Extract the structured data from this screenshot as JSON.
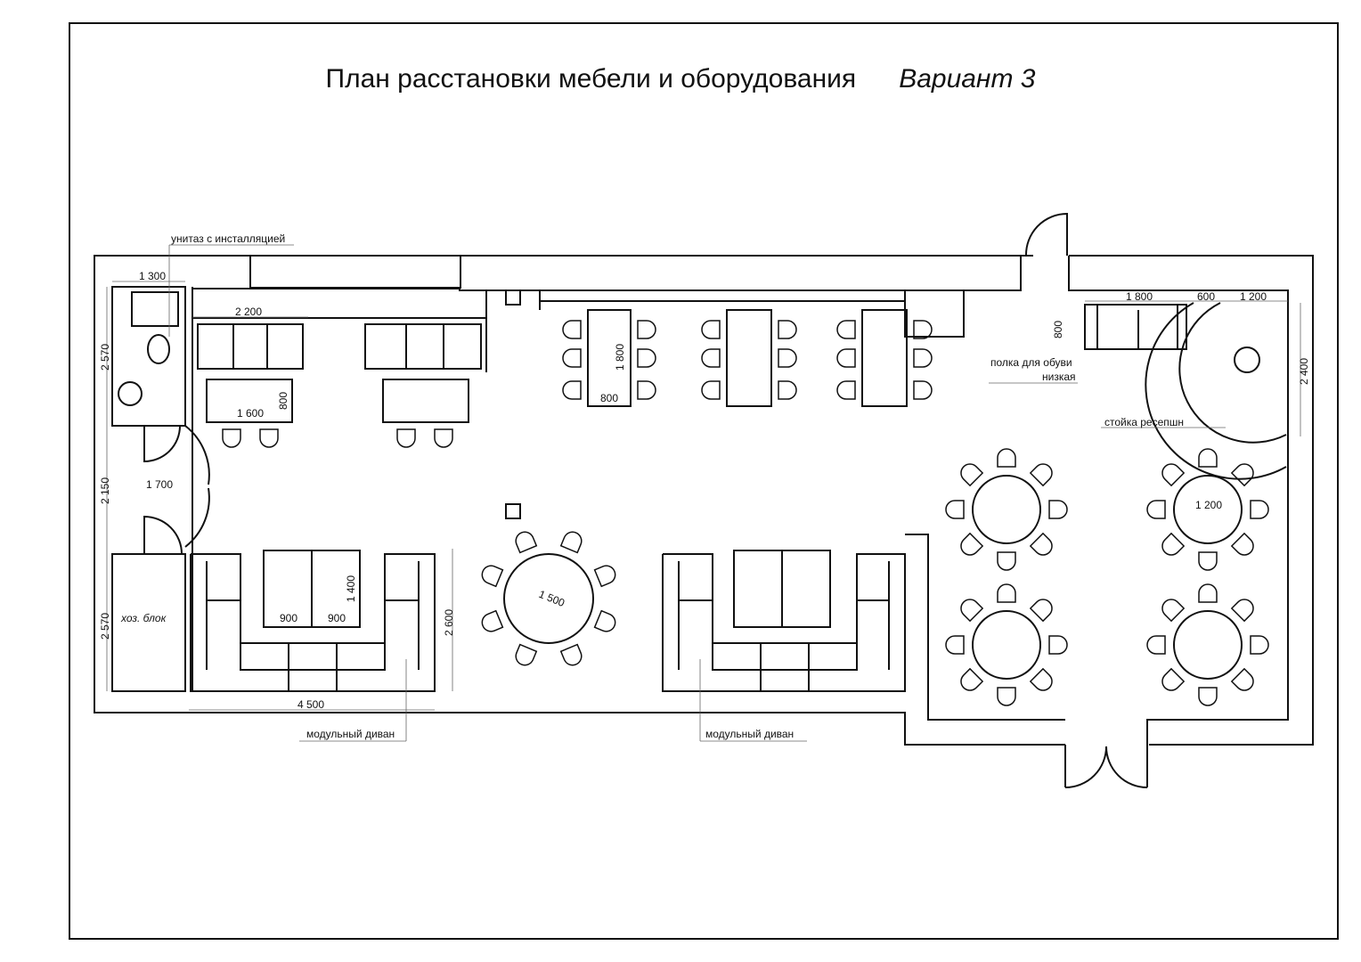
{
  "title": "План расстановки мебели и оборудования",
  "variant": "Вариант 3",
  "labels": {
    "toilet": "унитаз с инсталляцией",
    "shoe_shelf_line1": "полка для обуви",
    "shoe_shelf_line2": "низкая",
    "reception": "стойка ресепшн",
    "storage": "хоз. блок",
    "sofa_left": "модульный диван",
    "sofa_right": "модульный диван"
  },
  "dimensions": {
    "d1300": "1 300",
    "d2200": "2 200",
    "d2570_top": "2 570",
    "d1600": "1 600",
    "d800_table": "800",
    "d1800_table": "1 800",
    "d800_long": "800",
    "d2150": "2 150",
    "d1700": "1 700",
    "d2570_bottom": "2 570",
    "d1400": "1 400",
    "d900_a": "900",
    "d900_b": "900",
    "d2600": "2 600",
    "d4500": "4 500",
    "d1500": "1 500",
    "d1800_right": "1 800",
    "d600": "600",
    "d1200_top": "1 200",
    "d800_shelf": "800",
    "d2400": "2 400",
    "d1200_round": "1 200"
  }
}
